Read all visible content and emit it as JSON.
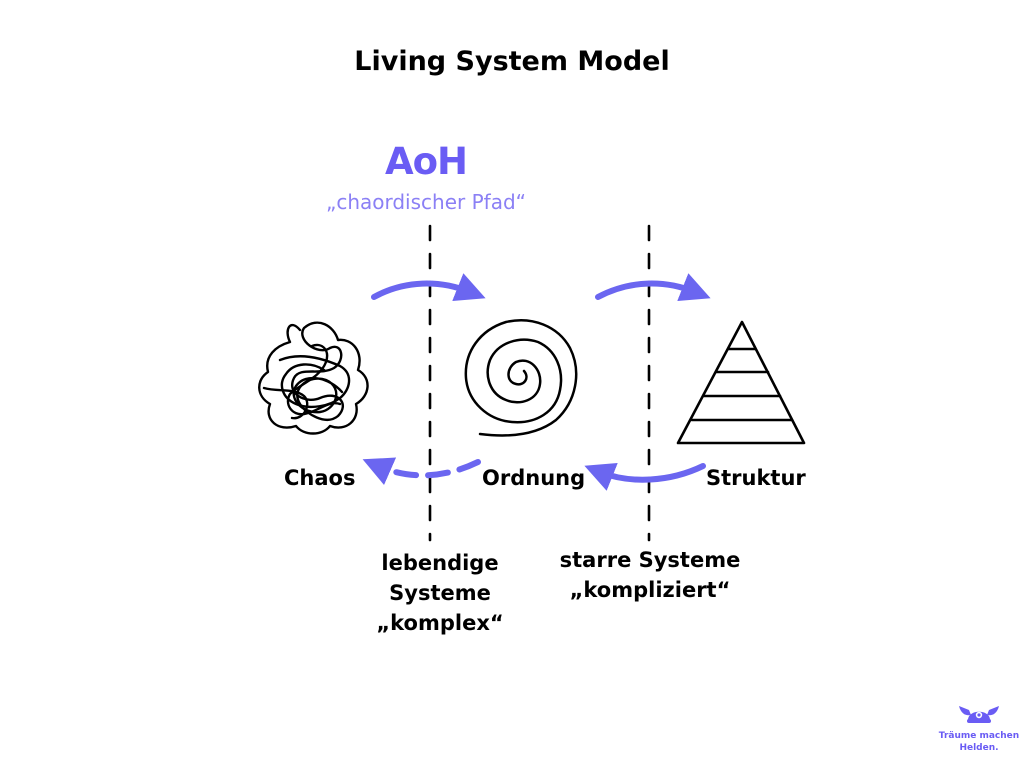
{
  "title": "Living System Model",
  "aoh": {
    "label": "AoH",
    "subtitle": "„chaordischer Pfad“"
  },
  "nodes": {
    "chaos": "Chaos",
    "ordnung": "Ordnung",
    "struktur": "Struktur"
  },
  "zones": {
    "left": [
      "lebendige",
      "Systeme",
      "„komplex“"
    ],
    "right": [
      "starre Systeme",
      "„kompliziert“"
    ]
  },
  "brand": {
    "line1": "Träume machen",
    "line2": "Helden."
  },
  "colors": {
    "accent": "#6a5cf4",
    "arrow": "#6b66f0",
    "ink": "#000000"
  },
  "icons": {
    "chaos": "scribble-icon",
    "ordnung": "spiral-icon",
    "struktur": "pyramid-icon",
    "brand": "viking-helmet-icon"
  }
}
